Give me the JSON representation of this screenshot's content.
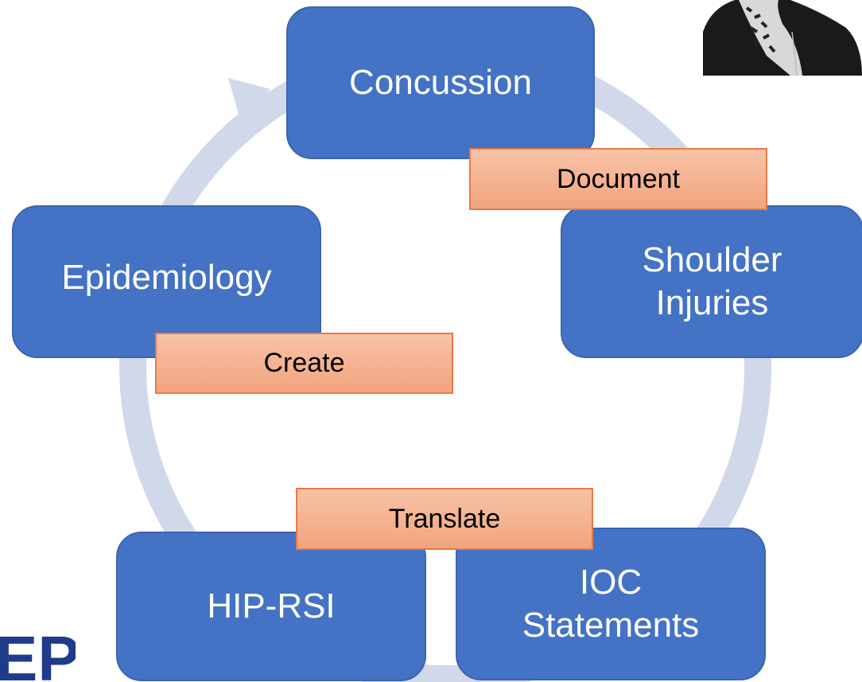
{
  "diagram": {
    "nodes": [
      {
        "id": "concussion",
        "label": "Concussion"
      },
      {
        "id": "shoulder-injuries",
        "label": "Shoulder\nInjuries"
      },
      {
        "id": "ioc-statements",
        "label": "IOC\nStatements"
      },
      {
        "id": "hip-rsi",
        "label": "HIP-RSI"
      },
      {
        "id": "epidemiology",
        "label": "Epidemiology"
      }
    ],
    "labels": {
      "document": "Document",
      "create": "Create",
      "translate": "Translate"
    }
  },
  "colors": {
    "node_fill": "#4472C4",
    "ring": "#D0D8EA",
    "label_fill": "#F4B294",
    "label_border": "#E87A45"
  },
  "logo": {
    "text": "EP"
  }
}
